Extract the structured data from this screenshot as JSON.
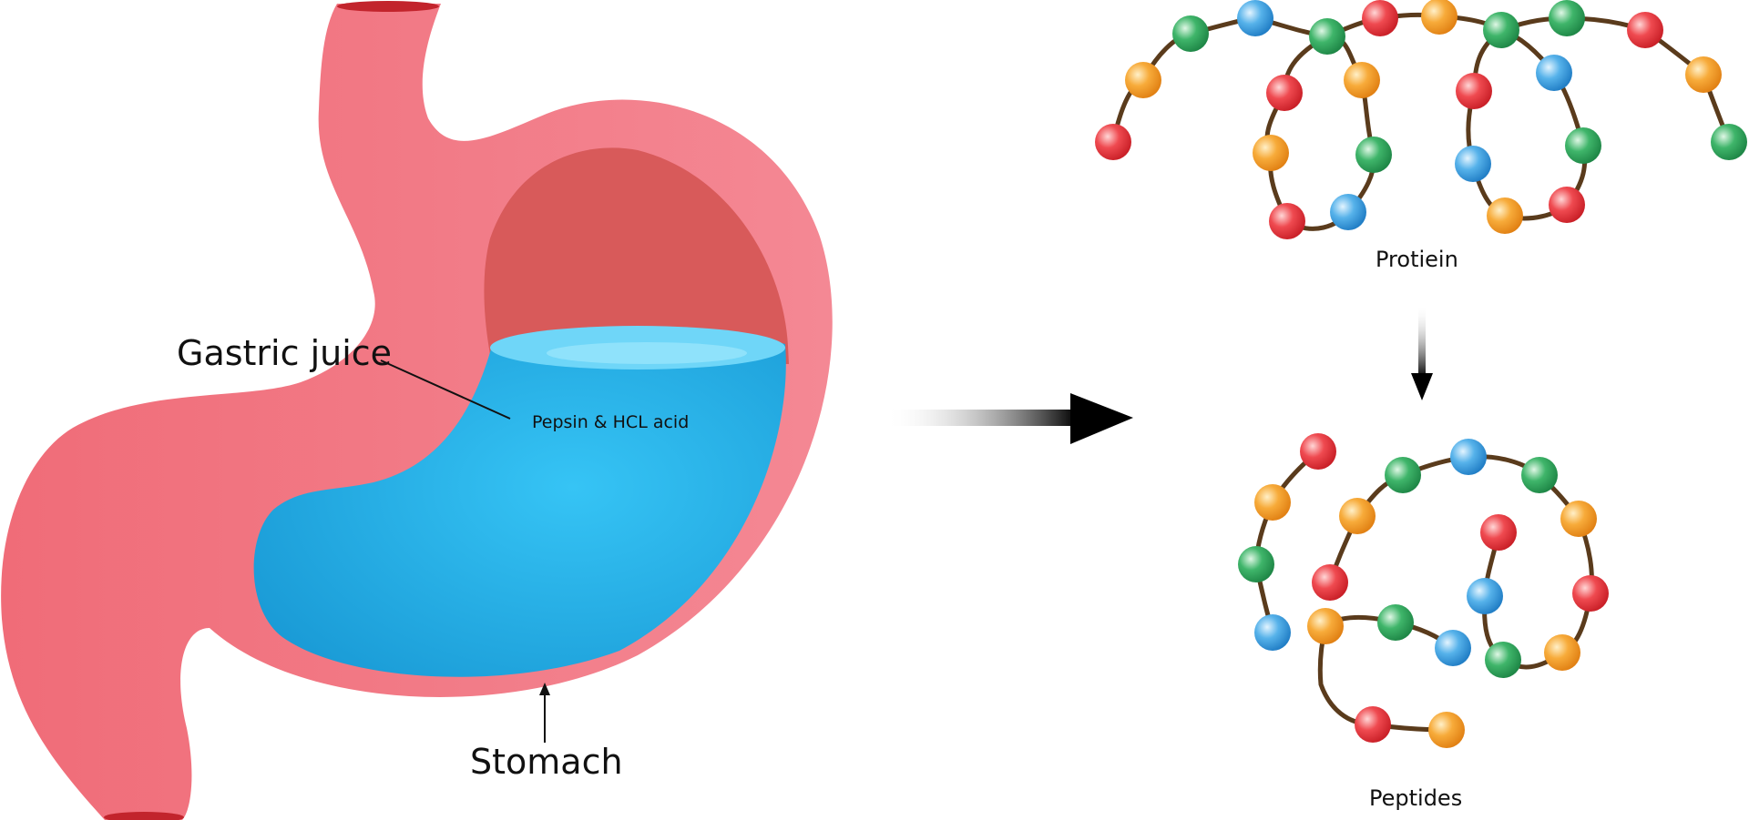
{
  "labels": {
    "gastric_juice": "Gastric juice",
    "pepsin": "Pepsin & HCL acid",
    "stomach": "Stomach",
    "protein": "Protiein",
    "peptides": "Peptides"
  },
  "colors": {
    "stomach_wall": "#f2727e",
    "stomach_interior": "#d85a5a",
    "juice": "#28b6ec",
    "juice_light": "#6fd6f8",
    "chain": "#5a3b1c",
    "bead_red": "#e8333b",
    "bead_orange": "#f5a02a",
    "bead_green": "#2fa35a",
    "bead_blue": "#3d9fdc",
    "arrow": "#000000"
  },
  "molecules": {
    "protein_bead_colors": [
      "red",
      "orange",
      "green",
      "blue",
      "green",
      "red",
      "orange",
      "red",
      "blue",
      "green",
      "orange",
      "red",
      "orange",
      "green",
      "red",
      "blue",
      "orange",
      "red",
      "green",
      "blue",
      "green",
      "red",
      "orange",
      "green",
      "blue"
    ],
    "peptide_bead_colors": [
      "red",
      "orange",
      "green",
      "blue",
      "orange",
      "red",
      "green",
      "blue",
      "green",
      "orange",
      "red",
      "blue",
      "green",
      "orange",
      "red",
      "orange",
      "green",
      "blue",
      "red",
      "orange",
      "red",
      "orange"
    ]
  }
}
